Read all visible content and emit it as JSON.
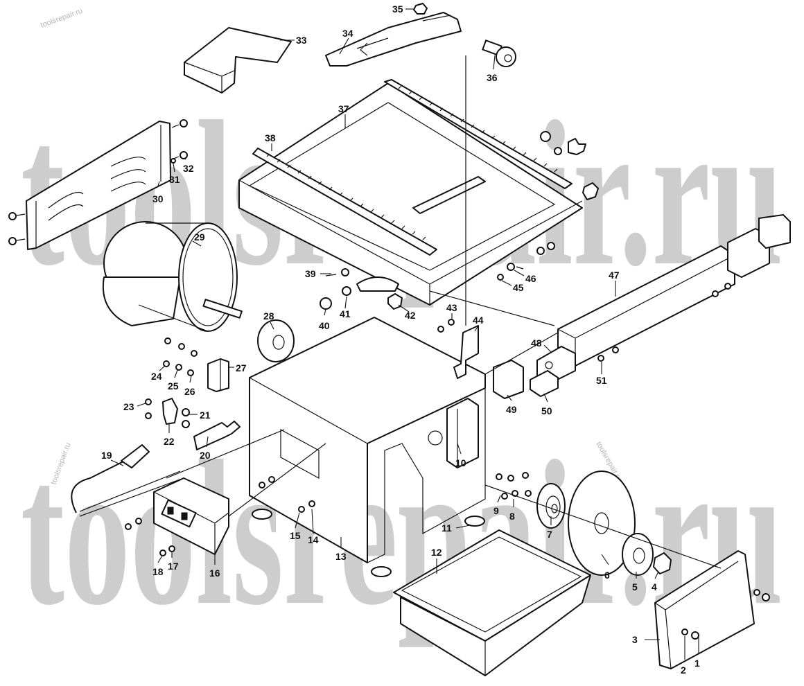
{
  "watermark": {
    "big_text": "toolsrepair.ru",
    "small_text": "toolsrepair.ru"
  },
  "callouts": [
    {
      "label": "1"
    },
    {
      "label": "2"
    },
    {
      "label": "3"
    },
    {
      "label": "4"
    },
    {
      "label": "5"
    },
    {
      "label": "6"
    },
    {
      "label": "7"
    },
    {
      "label": "8"
    },
    {
      "label": "9"
    },
    {
      "label": "10"
    },
    {
      "label": "11"
    },
    {
      "label": "12"
    },
    {
      "label": "13"
    },
    {
      "label": "14"
    },
    {
      "label": "15"
    },
    {
      "label": "16"
    },
    {
      "label": "17"
    },
    {
      "label": "18"
    },
    {
      "label": "19"
    },
    {
      "label": "20"
    },
    {
      "label": "21"
    },
    {
      "label": "22"
    },
    {
      "label": "23"
    },
    {
      "label": "24"
    },
    {
      "label": "25"
    },
    {
      "label": "26"
    },
    {
      "label": "27"
    },
    {
      "label": "28"
    },
    {
      "label": "29"
    },
    {
      "label": "30"
    },
    {
      "label": "31"
    },
    {
      "label": "32"
    },
    {
      "label": "33"
    },
    {
      "label": "34"
    },
    {
      "label": "35"
    },
    {
      "label": "36"
    },
    {
      "label": "37"
    },
    {
      "label": "38"
    },
    {
      "label": "39"
    },
    {
      "label": "40"
    },
    {
      "label": "41"
    },
    {
      "label": "42"
    },
    {
      "label": "43"
    },
    {
      "label": "44"
    },
    {
      "label": "45"
    },
    {
      "label": "46"
    },
    {
      "label": "47"
    },
    {
      "label": "48"
    },
    {
      "label": "49"
    },
    {
      "label": "50"
    },
    {
      "label": "51"
    }
  ]
}
